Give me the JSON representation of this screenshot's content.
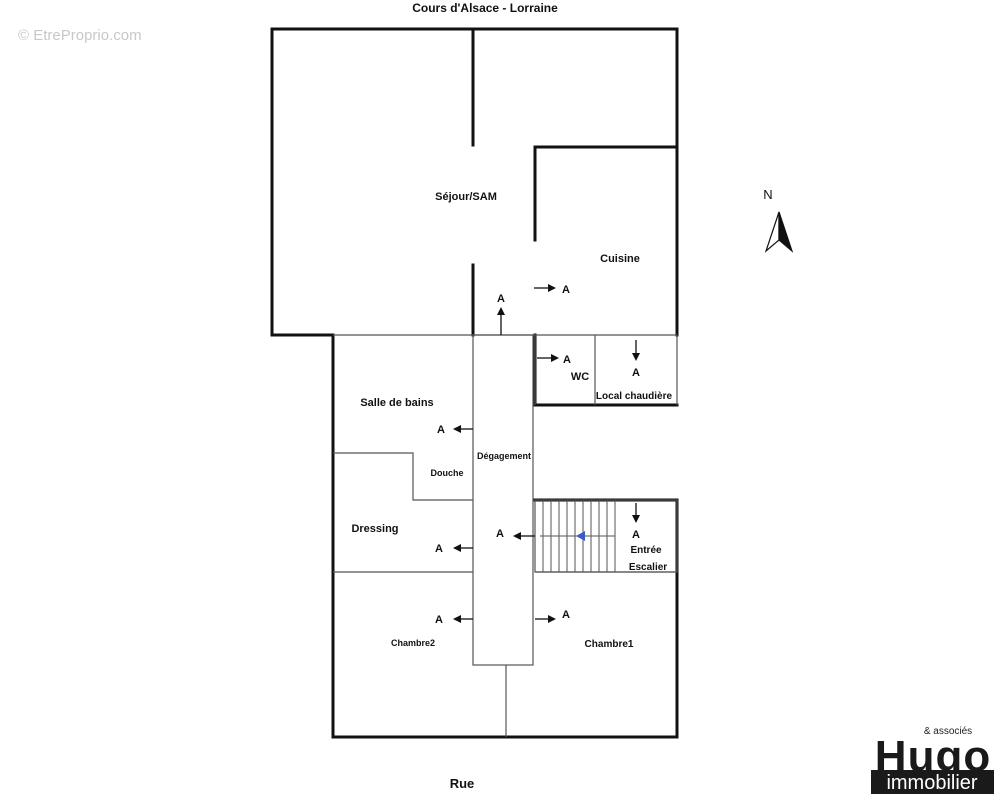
{
  "watermark": "© EtreProprio.com",
  "streets": {
    "top": "Cours d'Alsace - Lorraine",
    "bottom": "Rue"
  },
  "compass": {
    "label": "N"
  },
  "rooms": {
    "sejour": "Séjour/SAM",
    "cuisine": "Cuisine",
    "wc": "WC",
    "chaudiere": "Local chaudière",
    "salle_de_bains": "Salle de bains",
    "douche": "Douche",
    "degagement": "Dégagement",
    "dressing": "Dressing",
    "entree": "Entrée",
    "escalier": "Escalier",
    "chambre2": "Chambre2",
    "chambre1": "Chambre1"
  },
  "access_marker": "A",
  "logo": {
    "tagline": "& associés",
    "brand": "Hugo",
    "sub": "immobilier"
  },
  "colors": {
    "wall": "#111111",
    "thin": "#555555",
    "accent": "#3a5bc7"
  }
}
